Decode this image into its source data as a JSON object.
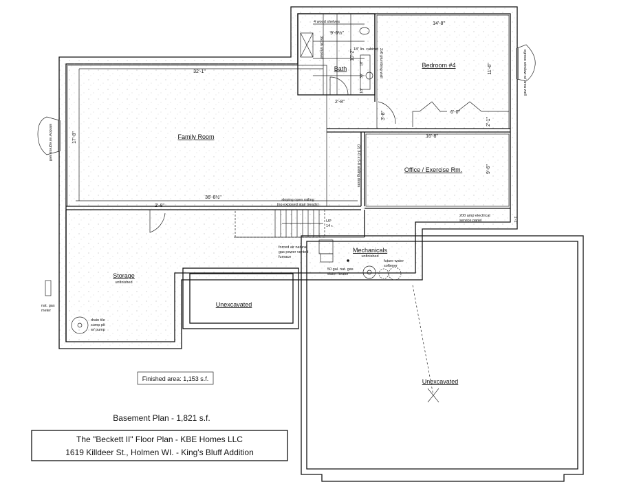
{
  "rooms": {
    "family_room": "Family Room",
    "bedroom": "Bedroom #4",
    "bath": "Bath",
    "office": "Office / Exercise Rm.",
    "storage": "Storage",
    "storage_sub": "unfinished",
    "mechanicals": "Mechanicals",
    "mechanicals_sub": "unfinished",
    "unexcavated_small": "Unexcavated",
    "unexcavated_large": "Unexcavated"
  },
  "dimensions": {
    "family_top": "32'-1\"",
    "family_bottom": "36'-8½\"",
    "family_height": "17'-8\"",
    "bedroom_width": "14'-8\"",
    "bedroom_height": "11'-6\"",
    "bath_width": "9'-6½\"",
    "bath_height": "10'-2\"",
    "bath_door": "2'-8\"",
    "hall_door": "3'-8\"",
    "closet": "6'-0\"",
    "closet_depth": "2'-1\"",
    "office_width": "16'-8\"",
    "office_height": "9'-6\"",
    "storage_door": "2'-8\"",
    "panel_dim": "1'-1\"",
    "vanity_1": "18\"",
    "vanity_2": "30\"",
    "vanity_3": "18\"",
    "stair_rise": "14 r."
  },
  "notes": {
    "shelves": "4 wood shelves",
    "linen_cabinet": "18\" lin. cabinet",
    "shower_note": "36x36 shower",
    "vanity_wall": "2x6 plumbing wall",
    "railing_1": "sloping open railing",
    "railing_2": "(no exposed stair treads)",
    "stair_up": "UP",
    "furnace_1": "forced air natural",
    "furnace_2": "gas power vented",
    "furnace_3": "furnace",
    "water_heater_1": "50 gal. nat. gas",
    "water_heater_2": "water heater",
    "softener_1": "future water",
    "softener_2": "softener",
    "panel_1": "200 amp electrical",
    "panel_2": "service panel",
    "sump_1": "drain tile",
    "sump_2": "sump pit",
    "sump_3": "w/ pump",
    "gas_meter_1": "nat. gas",
    "gas_meter_2": "meter",
    "window_left": "window w/ egress well",
    "window_right": "egress window w/ area well",
    "office_door": "(2) 3-0 x 6-8 sliding doors"
  },
  "finished_area": "Finished area: 1,153 s.f.",
  "plan_title": "Basement Plan - 1,821 s.f.",
  "title_block": {
    "line1": "The \"Beckett II\" Floor Plan - KBE Homes LLC",
    "line2": "1619 Killdeer St., Holmen WI. - King's Bluff Addition"
  }
}
